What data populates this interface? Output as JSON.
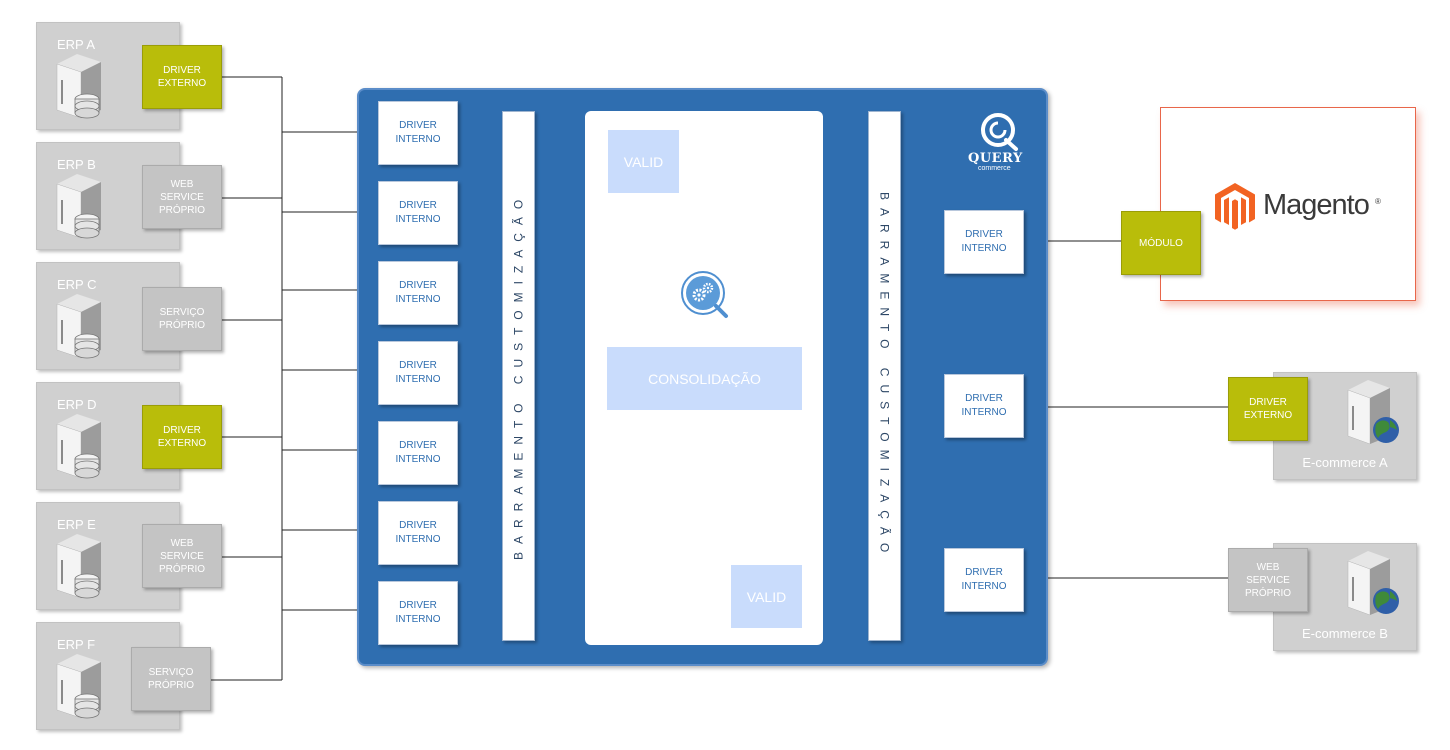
{
  "diagram": {
    "erps": [
      {
        "label": "ERP A",
        "connector": "DRIVER\nEXTERNO",
        "kind": "ext"
      },
      {
        "label": "ERP B",
        "connector": "WEB\nSERVICE\nPRÓPRIO",
        "kind": "own"
      },
      {
        "label": "ERP C",
        "connector": "SERVIÇO\nPRÓPRIO",
        "kind": "own"
      },
      {
        "label": "ERP D",
        "connector": "DRIVER\nEXTERNO",
        "kind": "ext"
      },
      {
        "label": "ERP E",
        "connector": "WEB\nSERVICE\nPRÓPRIO",
        "kind": "own"
      },
      {
        "label": "ERP F",
        "connector": "SERVIÇO\nPRÓPRIO",
        "kind": "own"
      }
    ],
    "internal_driver_label": "DRIVER\nINTERNO",
    "bus_label": "BARRAMENTO  CUSTOMIZAÇÃO",
    "valid_label": "VALID",
    "consolidation_label": "CONSOLIDAÇÃO",
    "brand": {
      "name": "QUERY",
      "sub": "commerce"
    },
    "magento": {
      "name": "Magento",
      "reg": "®",
      "module_label": "MÓDULO",
      "accent": "#f26322"
    },
    "ecommerce": [
      {
        "label": "E-commerce A",
        "connector": "DRIVER\nEXTERNO",
        "kind": "ext"
      },
      {
        "label": "E-commerce B",
        "connector": "WEB\nSERVICE\nPRÓPRIO",
        "kind": "own"
      }
    ],
    "colors": {
      "core_blue": "#2f6eb0",
      "process_fill": "#c9dcfc",
      "flow_arrow": "#e11b1b",
      "external_driver": "#b9bd0a",
      "own_service": "#c4c4c4",
      "machine_box": "#d0d0d0"
    }
  }
}
